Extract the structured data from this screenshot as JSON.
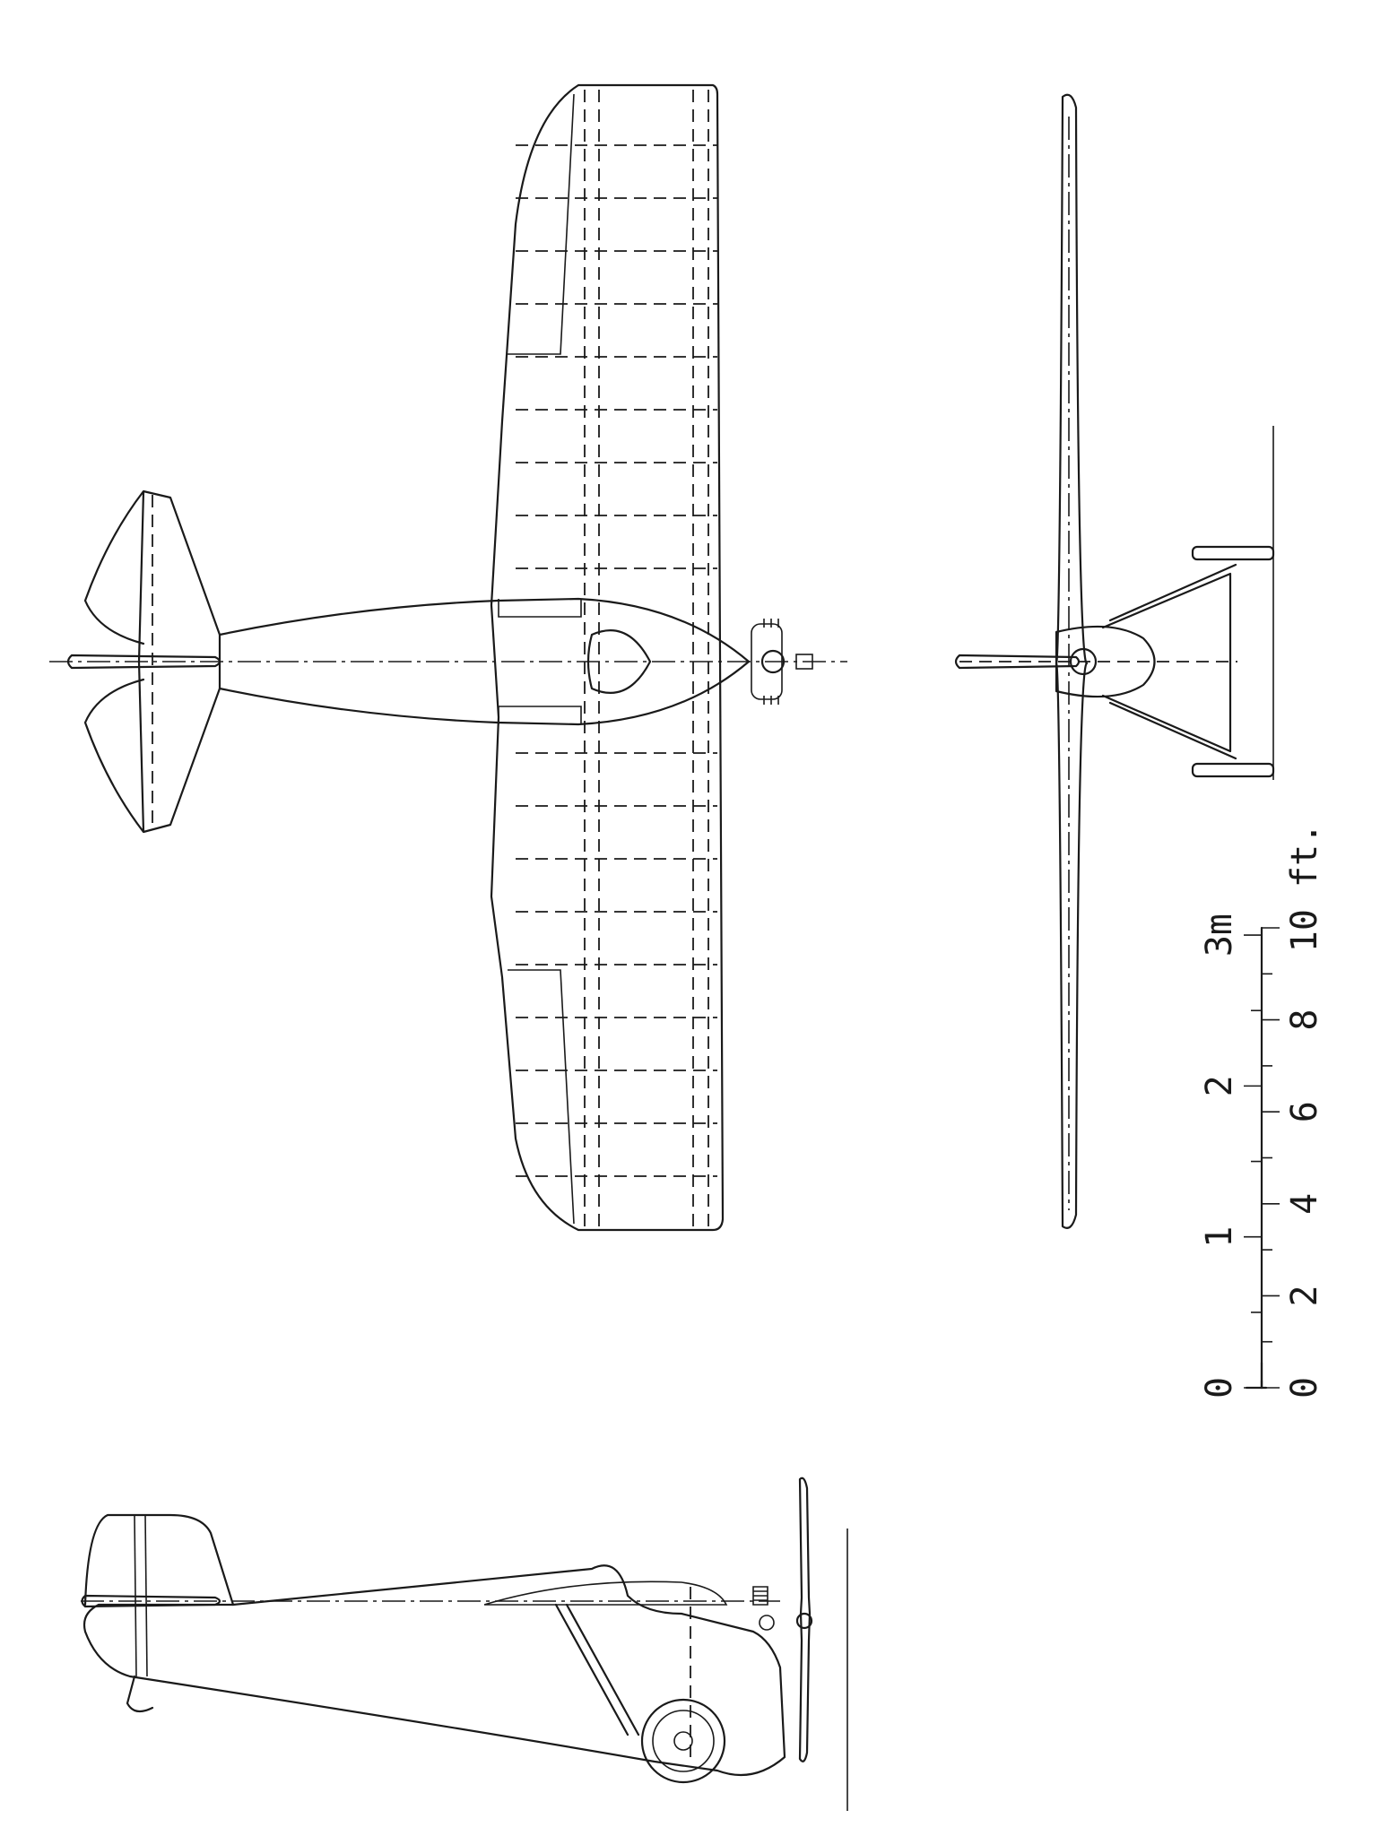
{
  "scale": {
    "metric_ticks": [
      "0",
      "1",
      "2",
      "3m"
    ],
    "feet_ticks": [
      "0",
      "2",
      "4",
      "6",
      "8",
      "10 ft."
    ]
  },
  "colors": {
    "ink": "#1a1a1a",
    "paper": "#ffffff"
  }
}
